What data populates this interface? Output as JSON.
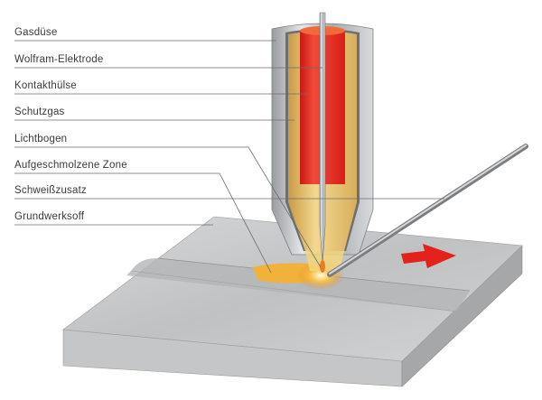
{
  "labels": [
    "Gasdüse",
    "Wolfram-Elektrode",
    "Kontakthülse",
    "Schutzgas",
    "Lichtbogen",
    "Aufgeschmolzene Zone",
    "Schweißzusatz",
    "Grundwerksoff"
  ],
  "colors": {
    "sleeve": "#e8231f",
    "gas": "#e6c070",
    "nozzle": "#b9bcbf",
    "plate": "#c9cbcd",
    "arrow": "#e3221c",
    "leader": "#6b6b6b"
  }
}
